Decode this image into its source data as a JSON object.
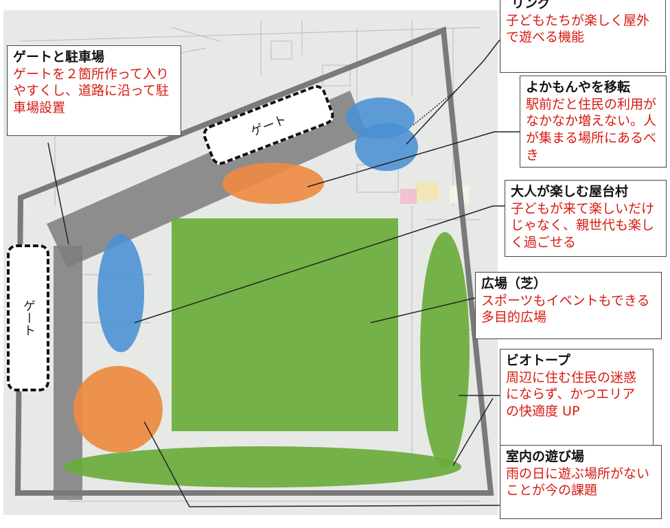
{
  "gates": {
    "top": "ゲート",
    "left": "ゲート"
  },
  "callouts": {
    "play_area": {
      "title": "リング",
      "body": "子どもたちが楽しく屋外で遊べる機能"
    },
    "gate_parking": {
      "title": "ゲートと駐車場",
      "body": "ゲートを２箇所作って入りやすくし、道路に沿って駐車場設置"
    },
    "yokamonya": {
      "title": "よかもんやを移転",
      "body": "駅前だと住民の利用がなかなか増えない。人が集まる場所にあるべき"
    },
    "yataimura": {
      "title": "大人が楽しむ屋台村",
      "body": "子どもが来て楽しいだけじゃなく、親世代も楽しく過ごせる"
    },
    "plaza": {
      "title": "広場（芝）",
      "body": "スポーツもイベントもできる多目的広場"
    },
    "biotope": {
      "title": "ビオトープ",
      "body": "周辺に住む住民の迷惑にならず、かつエリアの快適度 UP"
    },
    "indoor": {
      "title": "室内の遊び場",
      "body": "雨の日に遊ぶ場所がないことが今の課題"
    }
  },
  "colors": {
    "green": "#6aab3c",
    "blue": "#4a8fd4",
    "orange": "#ee8a40",
    "frame": "#7a7a7a",
    "callout_text": "#d8180f"
  }
}
